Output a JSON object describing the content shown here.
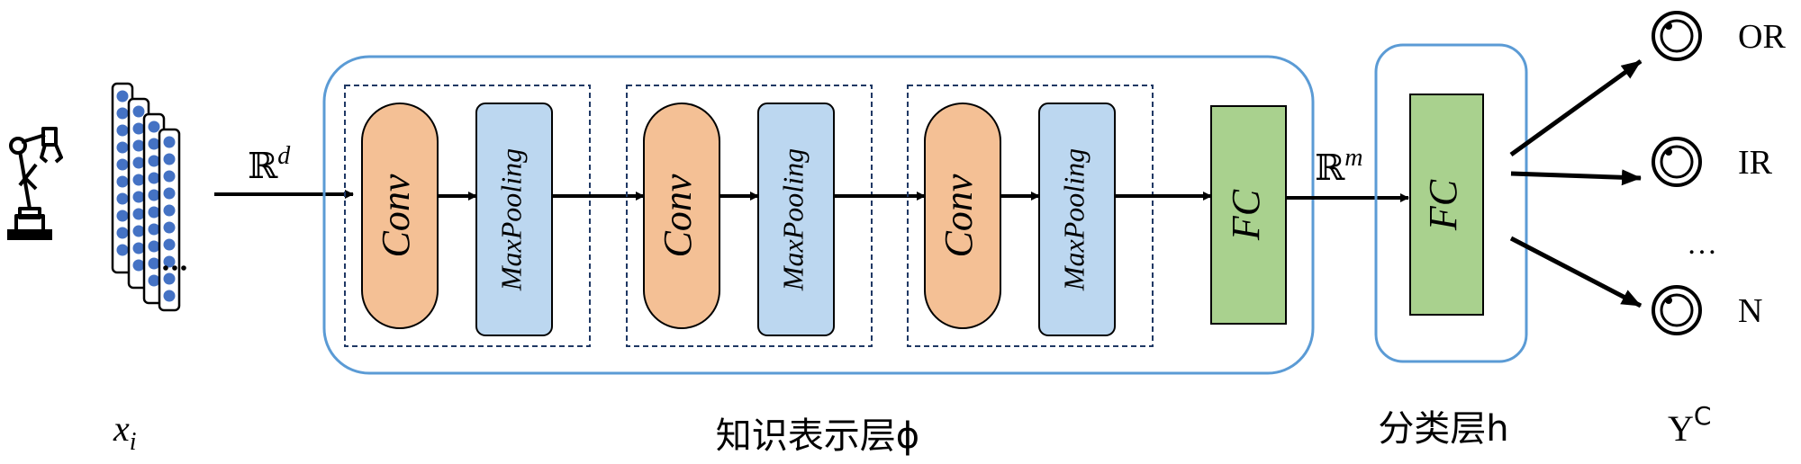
{
  "input": {
    "label": "x",
    "label_sub": "i",
    "dim_label": "ℝ",
    "dim_sup": "d"
  },
  "knowledge_layer": {
    "label": "知识表示层ϕ",
    "blocks": [
      {
        "conv": "Conv",
        "pool": "MaxPooling"
      },
      {
        "conv": "Conv",
        "pool": "MaxPooling"
      },
      {
        "conv": "Conv",
        "pool": "MaxPooling"
      }
    ],
    "fc": "FC"
  },
  "latent": {
    "dim_label": "ℝ",
    "dim_sup": "m"
  },
  "classifier": {
    "label": "分类层h",
    "fc": "FC"
  },
  "outputs": {
    "label": "Y",
    "label_sup": "C",
    "classes": [
      "OR",
      "IR",
      "N"
    ],
    "ellipsis": "…"
  },
  "colors": {
    "conv": "#F4C095",
    "pool": "#BCD7F0",
    "fc": "#A9D18E",
    "frame": "#5B9BD5",
    "dashed": "#1F3864",
    "node": "#4472C4"
  },
  "icons": [
    "robot-arm-icon",
    "bearing-icon"
  ]
}
